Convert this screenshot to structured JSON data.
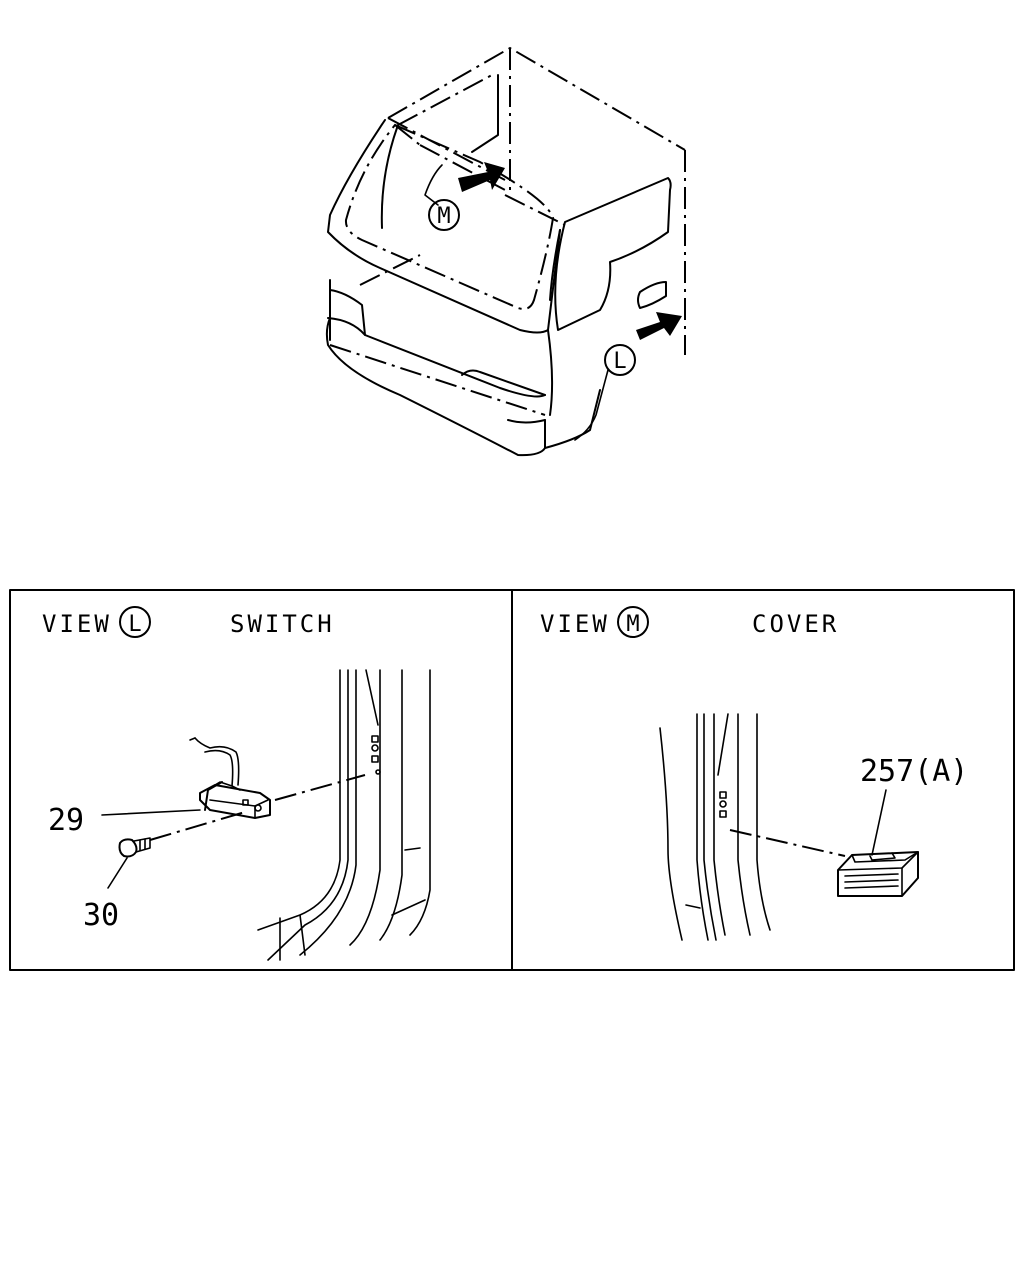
{
  "callouts": {
    "view_m": "M",
    "view_l": "L"
  },
  "panels": {
    "left": {
      "view_word": "VIEW",
      "view_letter": "L",
      "title": "SWITCH",
      "parts": [
        {
          "number": "29"
        },
        {
          "number": "30"
        }
      ]
    },
    "right": {
      "view_word": "VIEW",
      "view_letter": "M",
      "title": "COVER",
      "parts": [
        {
          "number": "257(A)"
        }
      ]
    }
  }
}
